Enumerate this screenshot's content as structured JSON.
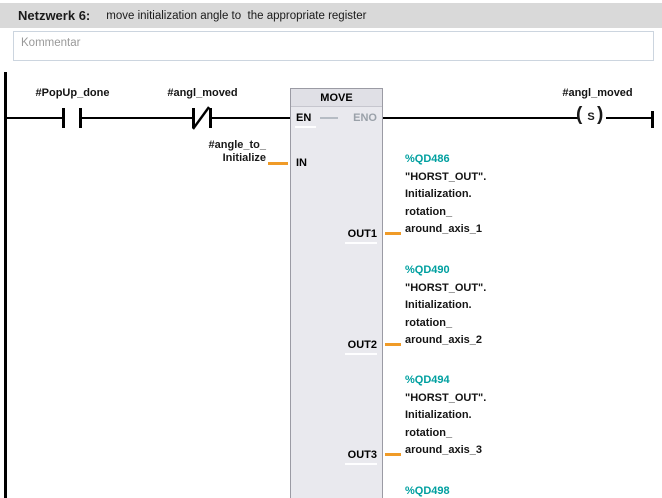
{
  "network": {
    "title": "Netzwerk 6:",
    "description": "move initialization angle to  the appropriate register",
    "comment_placeholder": "Kommentar"
  },
  "colors": {
    "header_gray": "#d9d9d9",
    "address_teal": "#00a0a0",
    "connector_orange": "#f09b28",
    "block_fill": "#e9e9ee",
    "wire_black": "#000000"
  },
  "ladder": {
    "contact_1": {
      "label": "#PopUp_done",
      "type": "normally-open"
    },
    "contact_2": {
      "label": "#angl_moved",
      "type": "normally-closed"
    },
    "set_coil": {
      "label": "#angl_moved",
      "symbol": "S",
      "paren_left": "(",
      "paren_right": ")"
    },
    "move_block": {
      "title": "MOVE",
      "pin_en": "EN",
      "pin_eno": "ENO",
      "pin_in": "IN",
      "pin_out1": "OUT1",
      "pin_out2": "OUT2",
      "pin_out3": "OUT3"
    },
    "in_operand": {
      "line1": "#angle_to_",
      "line2": "Initialize"
    },
    "out_operands": [
      {
        "address": "%QD486",
        "line1": "\"HORST_OUT\".",
        "line2": "Initialization.",
        "line3": "rotation_",
        "line4": "around_axis_1"
      },
      {
        "address": "%QD490",
        "line1": "\"HORST_OUT\".",
        "line2": "Initialization.",
        "line3": "rotation_",
        "line4": "around_axis_2"
      },
      {
        "address": "%QD494",
        "line1": "\"HORST_OUT\".",
        "line2": "Initialization.",
        "line3": "rotation_",
        "line4": "around_axis_3"
      },
      {
        "address": "%QD498"
      }
    ]
  }
}
